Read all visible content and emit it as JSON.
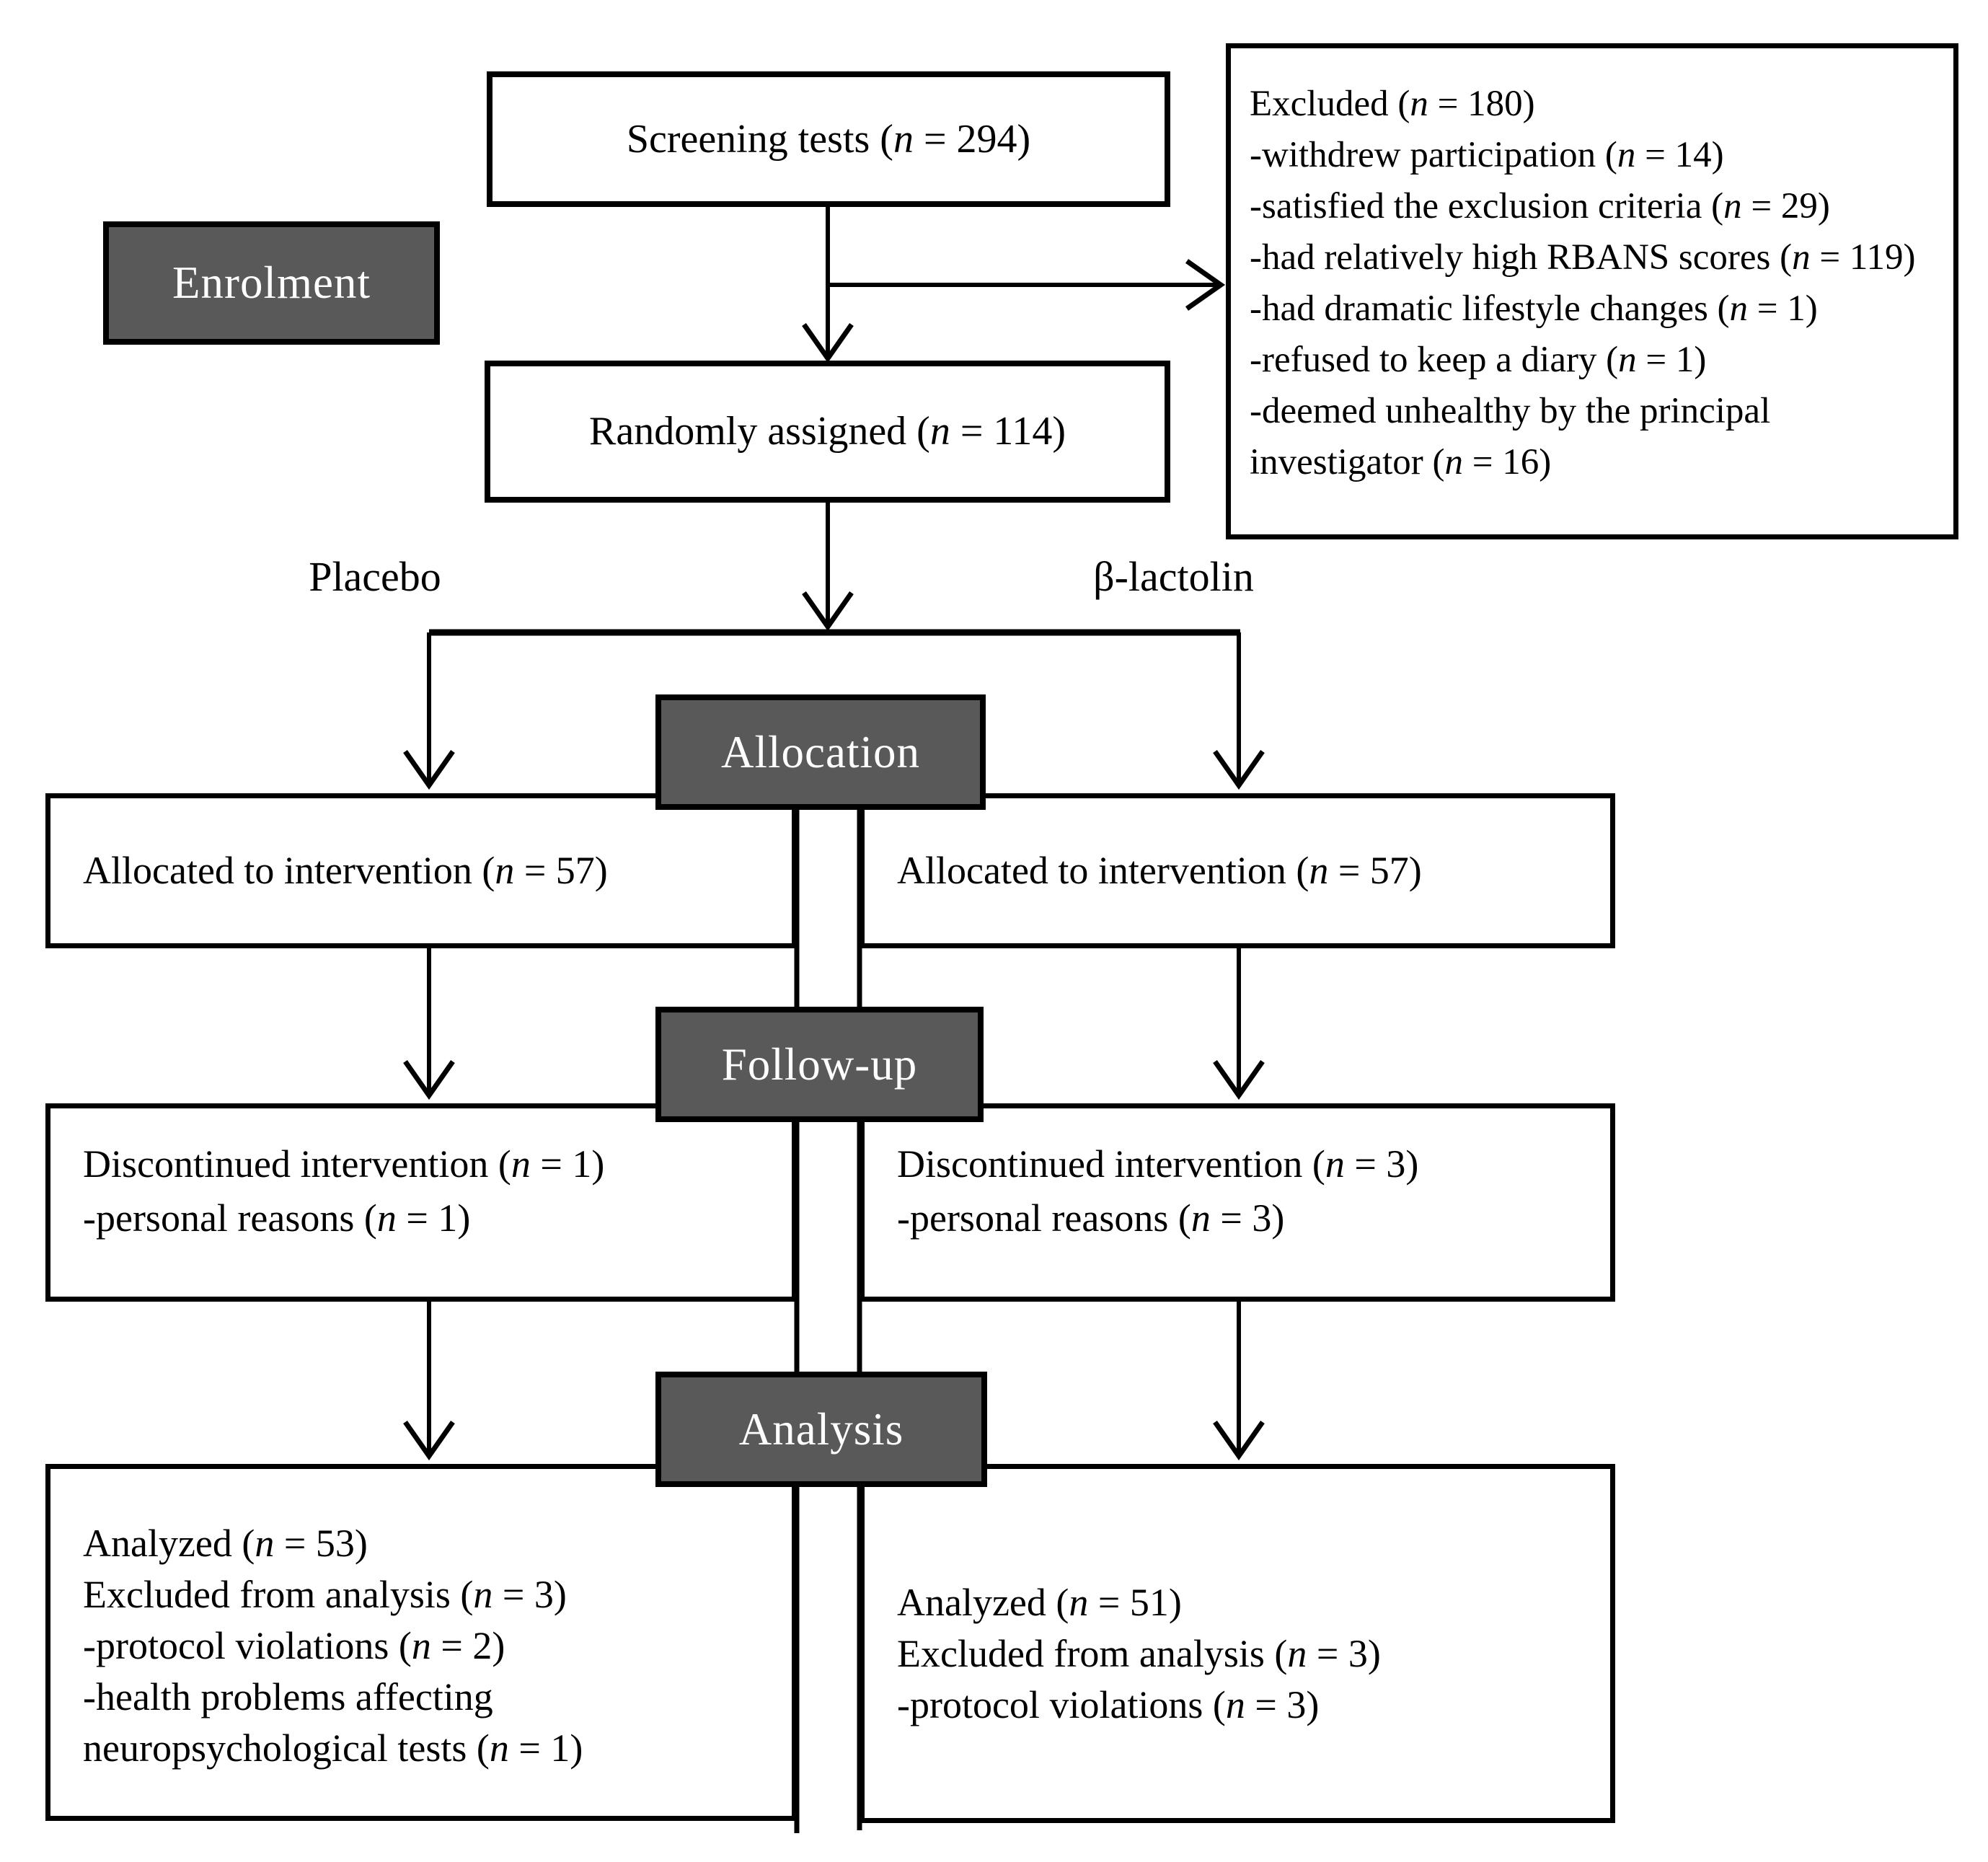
{
  "stages": {
    "enrolment": "Enrolment",
    "allocation": "Allocation",
    "followup": "Follow-up",
    "analysis": "Analysis"
  },
  "arms": {
    "left": "Placebo",
    "right": "β-lactolin"
  },
  "screening": {
    "text": "Screening tests (n = 294)"
  },
  "excluded": {
    "title": "Excluded (n = 180)",
    "items": [
      "-withdrew participation (n = 14)",
      "-satisfied the exclusion criteria (n = 29)",
      "-had relatively high RBANS scores (n = 119)",
      "-had dramatic lifestyle changes (n = 1)",
      "-refused to keep a diary (n = 1)",
      "-deemed unhealthy by the principal investigator (n = 16)"
    ]
  },
  "randomized": {
    "text": "Randomly assigned (n = 114)"
  },
  "allocation": {
    "left": {
      "lines": [
        "Allocated to intervention (n = 57)"
      ]
    },
    "right": {
      "lines": [
        "Allocated to intervention (n = 57)"
      ]
    }
  },
  "followup": {
    "left": {
      "lines": [
        "Discontinued intervention (n = 1)",
        "-personal reasons (n = 1)"
      ]
    },
    "right": {
      "lines": [
        "Discontinued intervention (n = 3)",
        "-personal reasons (n = 3)"
      ]
    }
  },
  "analysis": {
    "left": {
      "lines": [
        "Analyzed (n = 53)",
        "Excluded from analysis (n = 3)",
        "-protocol violations (n = 2)",
        "-health problems affecting neuropsychological tests (n = 1)"
      ]
    },
    "right": {
      "lines": [
        "Analyzed (n = 51)",
        "Excluded from analysis (n = 3)",
        "-protocol violations (n = 3)"
      ]
    }
  },
  "colors": {
    "stage_fill": "#595959",
    "stage_text": "#ffffff",
    "line": "#000000"
  }
}
